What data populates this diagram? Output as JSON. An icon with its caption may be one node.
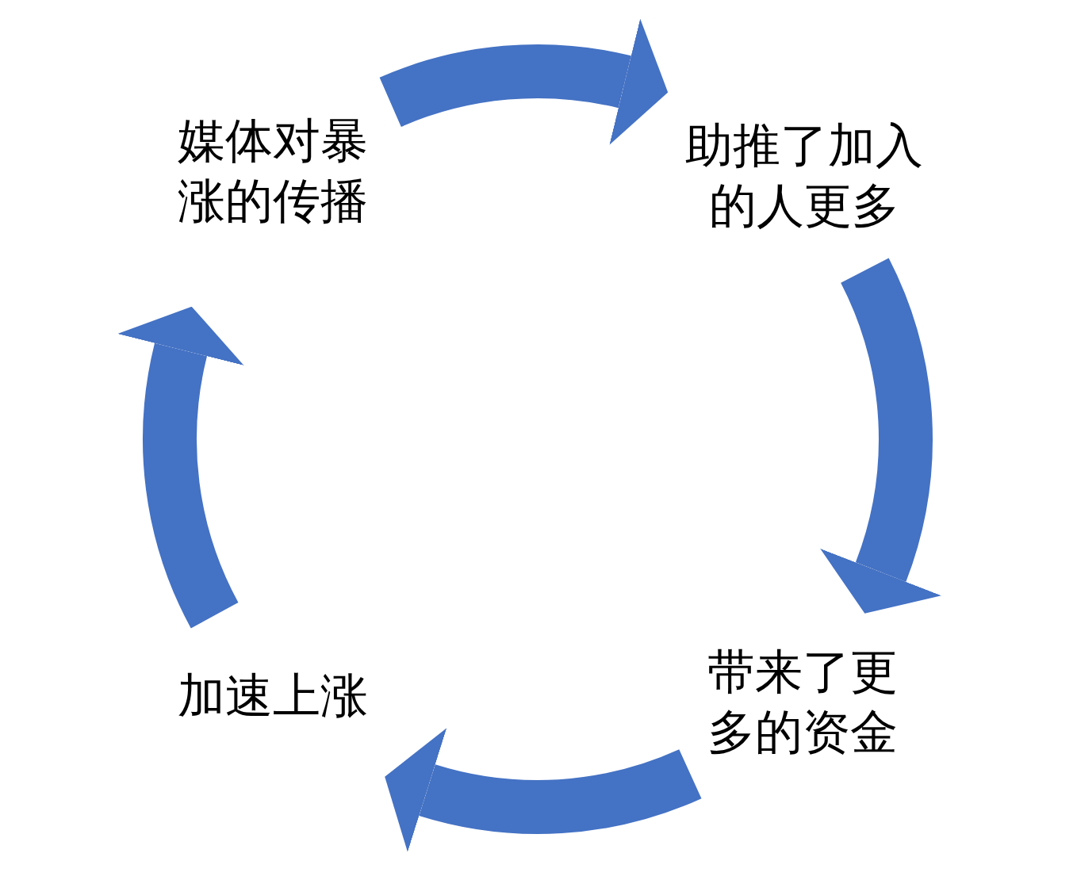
{
  "diagram": {
    "nodes": [
      {
        "text": [
          "媒体对暴涨的传播"
        ]
      },
      {
        "text": [
          "助推了加入的人更多"
        ]
      },
      {
        "text": [
          "带来了更多的资金"
        ]
      },
      {
        "text": [
          "加速上涨"
        ]
      }
    ],
    "edges": [
      {
        "from": 0,
        "to": 1,
        "arrow": "to"
      },
      {
        "from": 1,
        "to": 2,
        "arrow": "to"
      },
      {
        "from": 2,
        "to": 3,
        "arrow": "to"
      },
      {
        "from": 3,
        "to": 0,
        "arrow": "to"
      }
    ]
  }
}
